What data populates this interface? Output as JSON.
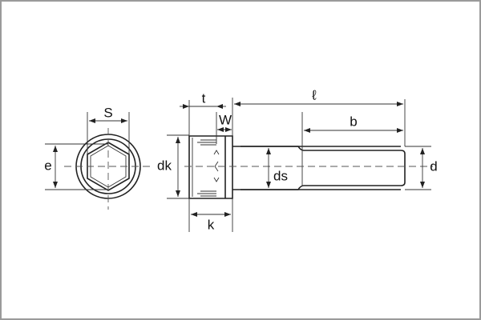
{
  "title": "Hexagon socket head cap screw dimensions",
  "labels": {
    "S": "S",
    "e": "e",
    "t": "t",
    "W": "W",
    "l": "ℓ",
    "b": "b",
    "dk": "dk",
    "ds": "ds",
    "d": "d",
    "k": "k"
  },
  "colors": {
    "line": "#222222",
    "frame": "#9a9a9a",
    "background": "#ffffff"
  }
}
